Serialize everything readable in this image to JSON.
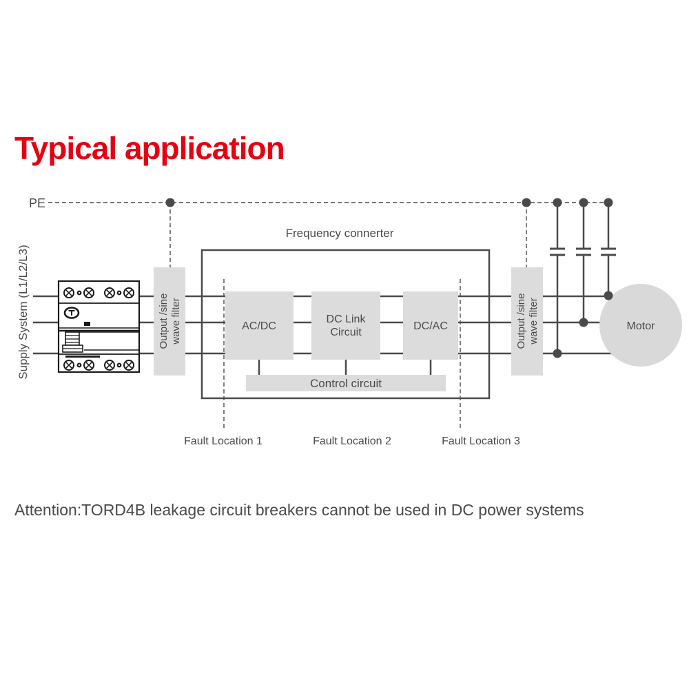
{
  "title": "Typical application",
  "attention": "Attention:TORD4B leakage circuit breakers cannot be used in DC power systems",
  "colors": {
    "title_red": "#e60012",
    "diagram_line": "#4a4a4a",
    "block_fill": "#dcdcdc",
    "motor_fill": "#d9d9d9",
    "breaker_line": "#1a1a1a"
  },
  "diagram": {
    "pe_label": "PE",
    "supply_label": "Supply System (L1/L2/L3)",
    "converter_title": "Frequency connerter",
    "filter_left": {
      "line1": "Output /sine",
      "line2": "wave filter"
    },
    "filter_right": {
      "line1": "Output /sine",
      "line2": "wave filter"
    },
    "acdc_label": "AC/DC",
    "dclink_label_line1": "DC Link",
    "dclink_label_line2": "Circuit",
    "dcac_label": "DC/AC",
    "control_label": "Control circuit",
    "motor_label": "Motor",
    "fault_labels": [
      "Fault Location 1",
      "Fault Location 2",
      "Fault Location 3"
    ]
  }
}
